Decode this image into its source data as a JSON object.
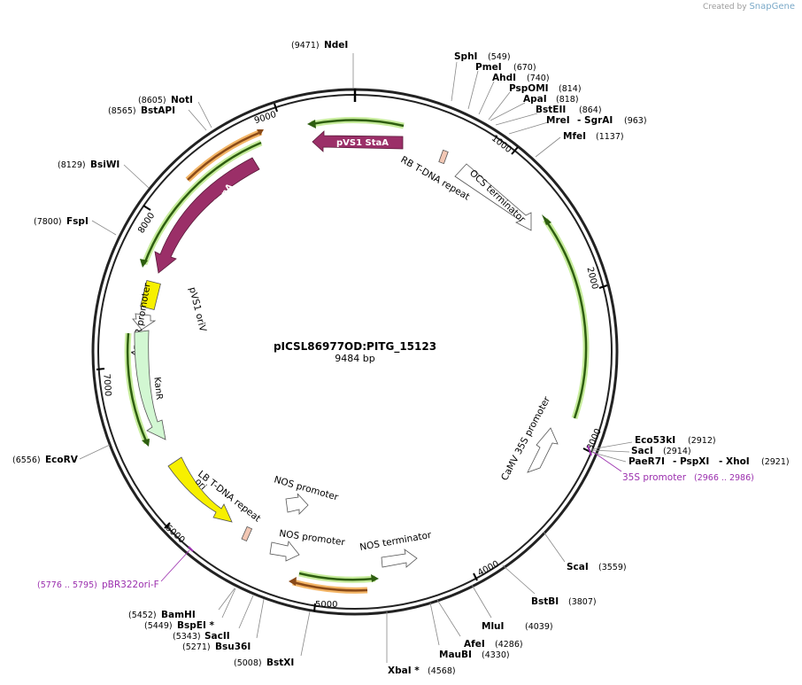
{
  "credit": {
    "prefix": "Created by",
    "brand": "SnapGene"
  },
  "plasmid": {
    "name": "pICSL86977OD:PITG_15123",
    "length_label": "9484 bp",
    "length": 9484
  },
  "colors": {
    "backbone": "#222222",
    "orf": "#2e5e10",
    "orf_glow": "#c7ec9c",
    "orange_orf": "#8a4a18",
    "orange_glow": "#f3b566",
    "repA_staA": "#9b2f68",
    "ori_yellow": "#f7f000",
    "kanR_fill": "#d2f7d2",
    "white_feature": "#ffffff",
    "repeat_fill": "#f2c7b4",
    "primer": "#9b2fae"
  },
  "tick_labels": [
    "1000",
    "2000",
    "3000",
    "4000",
    "5000",
    "6000",
    "7000",
    "8000",
    "9000"
  ],
  "sites": [
    {
      "name": "NdeI",
      "pos": "(9471)"
    },
    {
      "name": "SphI",
      "pos": "(549)"
    },
    {
      "name": "PmeI",
      "pos": "(670)"
    },
    {
      "name": "AhdI",
      "pos": "(740)"
    },
    {
      "name": "PspOMI",
      "pos": "(814)"
    },
    {
      "name": "ApaI",
      "pos": "(818)"
    },
    {
      "name": "BstEII",
      "pos": "(864)"
    },
    {
      "name": "MreI",
      "pos": ""
    },
    {
      "name": "- SgrAI",
      "pos": "(963)"
    },
    {
      "name": "MfeI",
      "pos": "(1137)"
    },
    {
      "name": "Eco53kI",
      "pos": "(2912)"
    },
    {
      "name": "SacI",
      "pos": "(2914)"
    },
    {
      "name": "PaeR7I",
      "pos": ""
    },
    {
      "name": "- PspXI",
      "pos": ""
    },
    {
      "name": "- XhoI",
      "pos": "(2921)"
    },
    {
      "name": "ScaI",
      "pos": "(3559)"
    },
    {
      "name": "BstBI",
      "pos": "(3807)"
    },
    {
      "name": "MluI",
      "pos": "(4039)"
    },
    {
      "name": "AfeI",
      "pos": "(4286)"
    },
    {
      "name": "MauBI",
      "pos": "(4330)"
    },
    {
      "name": "XbaI *",
      "pos": "(4568)"
    },
    {
      "name": "BstXI",
      "pos": "(5008)"
    },
    {
      "name": "Bsu36I",
      "pos": "(5271)"
    },
    {
      "name": "SacII",
      "pos": "(5343)"
    },
    {
      "name": "BspEI *",
      "pos": "(5449)"
    },
    {
      "name": "BamHI",
      "pos": "(5452)"
    },
    {
      "name": "EcoRV",
      "pos": "(6556)"
    },
    {
      "name": "FspI",
      "pos": "(7800)"
    },
    {
      "name": "BsiWI",
      "pos": "(8129)"
    },
    {
      "name": "BstAPI",
      "pos": "(8565)"
    },
    {
      "name": "NotI",
      "pos": "(8605)"
    }
  ],
  "primers": [
    {
      "name": "35S promoter",
      "pos": "(2966 .. 2986)"
    },
    {
      "name": "pBR322ori-F",
      "pos": "(5776 .. 5795)"
    }
  ],
  "features": {
    "pvs1_staa": "pVS1 StaA",
    "pvs1_repa": "pVS1 RepA",
    "pvs1_oriv": "pVS1 oriV",
    "ampr_promoter": "AmpR promoter",
    "kanr": "KanR",
    "ori": "ori",
    "lb_repeat": "LB T-DNA repeat",
    "nos_promoter_1": "NOS promoter",
    "nos_promoter_2": "NOS promoter",
    "nos_terminator": "NOS terminator",
    "camv_35s": "CaMV 35S promoter",
    "ocs_terminator": "OCS terminator",
    "rb_repeat": "RB T-DNA repeat"
  }
}
